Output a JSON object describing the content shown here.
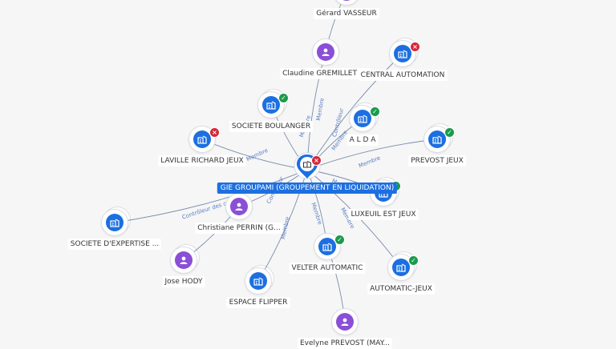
{
  "center": {
    "label": "GIE GROUPAMI (GROUPEMENT EN LIQUIDATION)",
    "status": "ko",
    "icon": "company-icon"
  },
  "nodes": [
    {
      "id": "gerard",
      "type": "person",
      "label": "Gérard VASSEUR"
    },
    {
      "id": "claudine",
      "type": "person",
      "label": "Claudine GREMILLET (..."
    },
    {
      "id": "central",
      "type": "company",
      "label": "CENTRAL AUTOMATION",
      "status": "ko"
    },
    {
      "id": "boulanger",
      "type": "company",
      "label": "SOCIETE BOULANGER",
      "status": "ok"
    },
    {
      "id": "alda",
      "type": "company",
      "label": "A L D A",
      "status": "ok"
    },
    {
      "id": "laville",
      "type": "company",
      "label": "LAVILLE RICHARD JEUX",
      "status": "ko"
    },
    {
      "id": "prevost",
      "type": "company",
      "label": "PREVOST JEUX",
      "status": "ok"
    },
    {
      "id": "luxeuil",
      "type": "company",
      "label": "LUXEUIL EST JEUX",
      "status": "ok"
    },
    {
      "id": "expertise",
      "type": "company",
      "label": "SOCIETE D'EXPERTISE ..."
    },
    {
      "id": "christiane",
      "type": "person",
      "label": "Christiane PERRIN (G..."
    },
    {
      "id": "hody",
      "type": "person",
      "label": "Jose HODY"
    },
    {
      "id": "velter",
      "type": "company",
      "label": "VELTER AUTOMATIC",
      "status": "ok"
    },
    {
      "id": "automatic",
      "type": "company",
      "label": "AUTOMATIC-JEUX",
      "status": "ok"
    },
    {
      "id": "flipper",
      "type": "company",
      "label": "ESPACE FLIPPER"
    },
    {
      "id": "evelyne",
      "type": "person",
      "label": "Evelyne PREVOST (MAY..."
    }
  ],
  "edges": [
    {
      "from": "center",
      "to": "claudine",
      "label": "Membre"
    },
    {
      "from": "center",
      "to": "central",
      "label": "Contrôleur"
    },
    {
      "from": "center",
      "to": "boulanger",
      "label": "Membre"
    },
    {
      "from": "center",
      "to": "alda",
      "label": "Membre"
    },
    {
      "from": "center",
      "to": "laville",
      "label": "Membre"
    },
    {
      "from": "center",
      "to": "prevost",
      "label": "Membre"
    },
    {
      "from": "center",
      "to": "luxeuil",
      "label": "Membre"
    },
    {
      "from": "center",
      "to": "expertise",
      "label": "Contrôleur des comptes"
    },
    {
      "from": "center",
      "to": "christiane",
      "label": "Contrôleur"
    },
    {
      "from": "center",
      "to": "velter",
      "label": "Membre"
    },
    {
      "from": "center",
      "to": "automatic",
      "label": "Membre"
    },
    {
      "from": "center",
      "to": "flipper",
      "label": "Membre"
    },
    {
      "from": "claudine",
      "to": "gerard",
      "label": ""
    },
    {
      "from": "christiane",
      "to": "hody",
      "label": ""
    },
    {
      "from": "velter",
      "to": "evelyne",
      "label": ""
    }
  ],
  "colors": {
    "company": "#1c6fe0",
    "person": "#8a4fd6",
    "status_ok": "#1a9b4b",
    "status_ko": "#d72638",
    "edge": "#7a8ca8",
    "edge_label": "#5a7fc0"
  }
}
